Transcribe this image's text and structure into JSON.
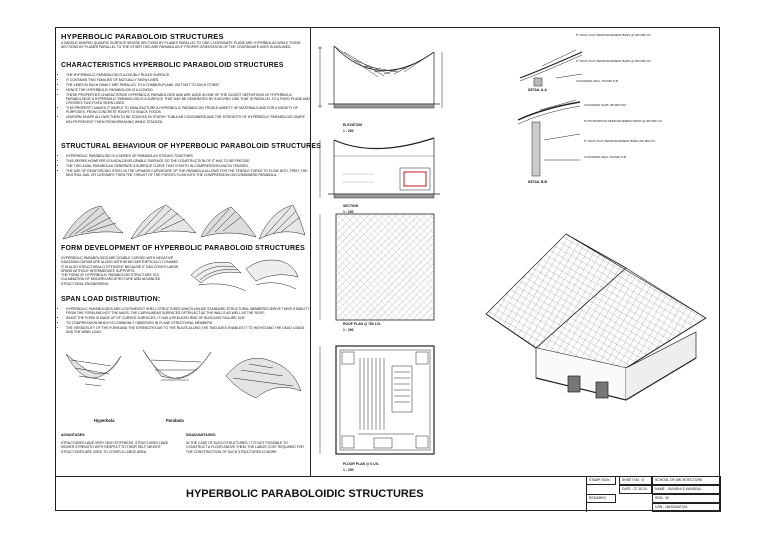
{
  "left": {
    "title": "HYPERBOLIC PARABOLOID STRUCTURES",
    "intro": "A SADDLE-SHAPED QUADRIC SURFACE WHOSE SECTIONS BY PLANES PARALLEL TO ONE COORDINATE PLANE ARE HYPERBOLAS WHILE THOSE SECTIONS BY PLANES PARALLEL TO THE OTHER TWO ARE PARABOLAS IF PROPER ORIENTATION OF THE COORDINATE AXES IS ASSUMED.",
    "characteristics_heading": "CHARACTERISTICS HYPERBOLIC PARABOLOID STRUCTURES",
    "characteristics": [
      "THE HYPERBOLIC PARABOLOID IS A DOUBLY RULED SURFACE.",
      "IT CONTAINS TWO FAMILIES OF MUTUALLY SKEW LINES.",
      "THE LINES IN EACH FAMILY ARE PARALLEL TO A COMMON PLANE, BUT NOT TO EACH OTHER.",
      "HENCE THE HYPERBOLIC PARABOLOID IS A CONOID.",
      "THESE PROPERTIES CHARACTERIZE HYPERBOLIC PARABOLOIDS AND ARE USED IN ONE OF THE OLDEST DEFINITIONS OF HYPERBOLIC PARABOLOIDS: A HYPERBOLIC PARABOLOID IS A SURFACE THAT MAY BE GENERATED BY A MOVING LINE THAT IS PARALLEL TO A FIXED PLANE AND CROSSES TWO FIXED SKEW LINES.",
      "THIS PROPERTY MAKES IT SIMPLE TO MANUFACTURE A HYPERBOLIC PARABOLOID FROM A VARIETY OF MATERIALS AND FOR A VARIETY OF PURPOSES, FROM CONCRETE ROOFS TO SNACK FOODS.",
      "UNIFORM SHAPE ALLOWS THEM TO BE STACKED IN STURDY TUBULAR CONTAINERS AND THE STRENGTH OF HYPERBOLIC PARABOLOID SHAPE HELPS PREVENT THEM FROM BREAKING WHILE STACKED."
    ],
    "behaviour_heading": "STRUCTURAL BEHAVIOUR OF HYPERBOLIC PARABOLOID STRUCTURES",
    "behaviour": [
      "HYPERBOLIC PARABOLOID IS A SERIES OF PARABOLAS STRUNG TOGETHER.",
      "THIS SERIES HOWEVER IS A NON-DEVELOPABLE SURFACE SO THE CONSTRUCTION OF IT HAS TO BE PRECISE.",
      "THE TWO AXIAL PARABOLAS GENERATE A SURFACE CURVE THAT IS BOTH IN COMPRESSION AND IN TENSION.",
      "THE USE OF REINFORCING STEEL IN THE UPWARD CURVATURE OF THE PARABOLA ALLOWS FOR THE TENSILE FORCE TO FLOW INTO, FIRST, THE NEUTRAL SAIL OR CATENARY THEN THE THRUST OF THE FORCES FLOW INTO THE COMPRESSION ON DOWNWARD PARABOLA."
    ],
    "form_heading": "FORM DEVELOPMENT OF HYPERBOLIC PARABOLOID STRUCTURES",
    "form_text": [
      "HYPERBOLIC PARABOLOIDS ARE DOUBLE CURVED WITH NEGATIVE GAUSSIAN CURVATURE ALONG WITH BEING AESTHETICALLY DYNAMIC.",
      "IT IS ALSO STRUCTURALLY EFFICIENT BECAUSE IT CAN COVER LARGE SPANS WITHOUT INTERMEDIATE SUPPORTS.",
      "THE FORM OF HYPERBOLIC PARABOLOID STRUCTURE IS A CULMINATION OF MODERN ARCHITECTURE AND ADVANCED STRUCTURAL ENGINEERING."
    ],
    "span_heading": "SPAN LOAD DISTRIBUTION:",
    "span": [
      "HYPERBOLIC PARABOLOIDS ARE LIGHTWEIGHT SHELL STRUCTURES WHICH UNLIKE STANDARD STRUCTURAL MEMBERS DERIVE THEIR STABILITY FROM THE FORM AND NOT THE MASS. THE CURVILINEAR SURFACES OFTEN ACT AS THE WALLS AS WELL AS THE ROOF.",
      "SINCE THE FORM IS MADE UP OF CURVED SURFACES, IT HAS A REDUCED RISK OF BUCKLING FAILURE DUE",
      "TO COMPRESSION WHICH IS COMMONLY OBSERVED IN PLANE STRUCTURAL MEMBERS.",
      "THE VERSATILITY OF THE FORM AND THE STRENGTH DUE TO THE RULES ALONG THE TWO AXES ENABLES IT TO WITHSTAND THE DEAD LOADS AND THE WIND LOAD."
    ],
    "fig_hyperbola": "Hyperbola",
    "fig_parabola": "Parabola",
    "adv_heading": "ADVANTAGES:",
    "adv_text": "STRUCTURES HAVE VERY HIGH STIFFNESS. STRUCTURES HAVE HIGHER STRENGTH WITH RESPECT TO THEIR SELF WEIGHT. STRUCTURES ARE USED TO COVER A LARGE AREA.",
    "dis_heading": "DISADVANTAGES:",
    "dis_text": "IN THE CASE OF SUCH STRUCTURES, IT IS NOT POSSIBLE TO CONSTRUCT A FLOOR ABOVE THEM. THE LABOR COST REQUIRED FOR THE CONSTRUCTION OF SUCH STRUCTURES IS MORE."
  },
  "drawings": {
    "elevation_label": "ELEVATION",
    "elevation_scale": "1 : 200",
    "section_label": "SECTION",
    "section_scale": "1 : 200",
    "roof_label": "ROOF PLAN @ 780 LVL",
    "roof_scale": "1 : 200",
    "floor_label": "FLOOR PLAN @ 0 LVL",
    "floor_scale": "1 : 200"
  },
  "details": {
    "d1_notes": [
      "8\" THICK FLAT REINFORCEMENT BARS @ 300 MM C/C",
      "8\" THICK FLAT REINFORCEMENT BARS @ 300 MM C/C",
      "CONCRETE WALL 150 MM THK"
    ],
    "d1_label": "DETAIL A-A",
    "d2_notes": [
      "CONCRETE SLAB 100 MM THK",
      "8\" PROPORTION REINFORCEMENT BARS @ 300 MM C/C",
      "8\" THICK FLAT REINFORCEMENT BARS 300 MM C/C",
      "CONCRETE WALL 150 MM THK"
    ],
    "d2_label": "DETAIL B-B"
  },
  "title_block": {
    "main_title": "HYPERBOLIC PARABOLOIDIC STRUCTURES",
    "stamp": "STAMP SIGN",
    "remarks": "REMARKS",
    "sheet_no": "SHEET NO : 6",
    "school": "SCHOOL OF ARCHITECTURE",
    "date": "DATE : 27.10.24",
    "name": "NAME : SUNIDHI S KANDEAL",
    "sem": "SEM : VII",
    "usn": "USN : 1NH21BAT024"
  }
}
